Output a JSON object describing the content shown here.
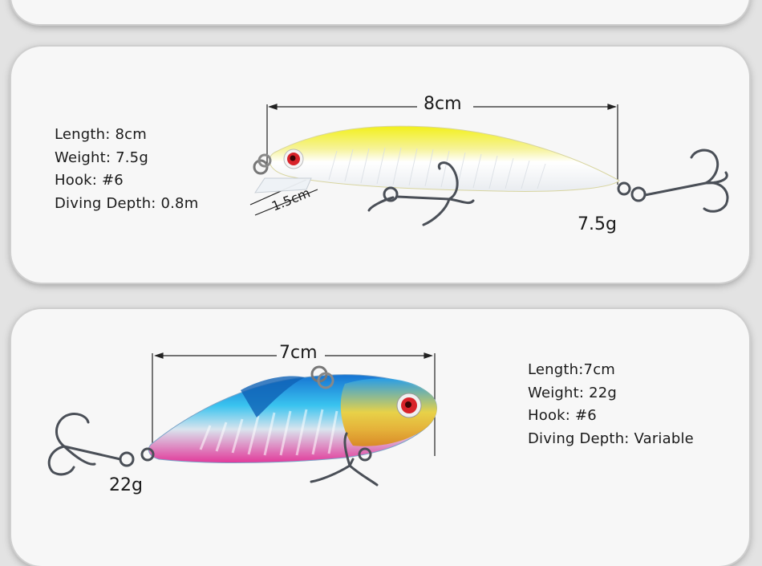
{
  "lure1": {
    "specs": {
      "length": "Length: 8cm",
      "weight": "Weight: 7.5g",
      "hook": "Hook: #6",
      "depth": "Diving Depth: 0.8m"
    },
    "length_label": "8cm",
    "lip_label": "1.5cm",
    "weight_label": "7.5g",
    "colors": {
      "back": "#f2f01a",
      "belly": "#ffffff",
      "eye": "#d8232a"
    }
  },
  "lure2": {
    "specs": {
      "length": "Length:7cm",
      "weight": "Weight: 22g",
      "hook": "Hook: #6",
      "depth": "Diving Depth: Variable"
    },
    "length_label": "7cm",
    "weight_label": "22g",
    "colors": {
      "back": "#1e7fd6",
      "head": "#f0c419",
      "belly": "#e0379a",
      "eye": "#d8232a"
    }
  }
}
